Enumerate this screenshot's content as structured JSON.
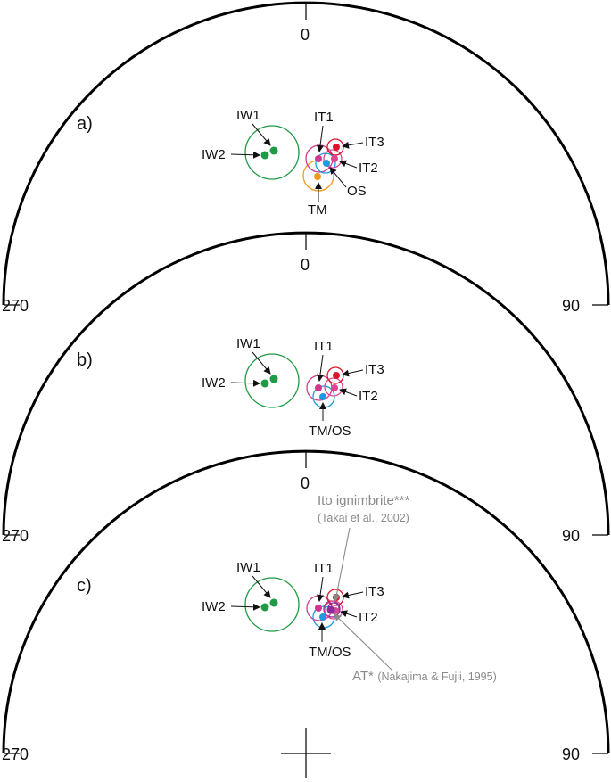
{
  "panels": [
    {
      "id": "a",
      "label": "a)",
      "north": "0",
      "west": "270",
      "east": "90",
      "sites": {
        "IW1": "IW1",
        "IW2": "IW2",
        "IT1": "IT1",
        "IT2": "IT2",
        "IT3": "IT3",
        "OS": "OS",
        "TM": "TM"
      }
    },
    {
      "id": "b",
      "label": "b)",
      "north": "0",
      "west": "270",
      "east": "90",
      "sites": {
        "IW1": "IW1",
        "IW2": "IW2",
        "IT1": "IT1",
        "IT2": "IT2",
        "IT3": "IT3",
        "TMOS": "TM/OS"
      }
    },
    {
      "id": "c",
      "label": "c)",
      "north": "0",
      "west": "270",
      "east": "90",
      "sites": {
        "IW1": "IW1",
        "IW2": "IW2",
        "IT1": "IT1",
        "IT2": "IT2",
        "IT3": "IT3",
        "TMOS": "TM/OS"
      },
      "references": {
        "ito_title": "Ito ignimbrite***",
        "ito_source": "(Takai et al., 2002)",
        "at_title": "AT*",
        "at_source": "(Nakajima & Fujii, 1995)"
      }
    }
  ],
  "colors": {
    "IW": "#1f9a45",
    "IT1": "#d1378e",
    "IT2": "#e0448f",
    "IT3": "#d9182b",
    "OS": "#1a9be0",
    "TM": "#f29a1c",
    "AT": "#8a2a9c",
    "reference": "#8a8a8a"
  }
}
